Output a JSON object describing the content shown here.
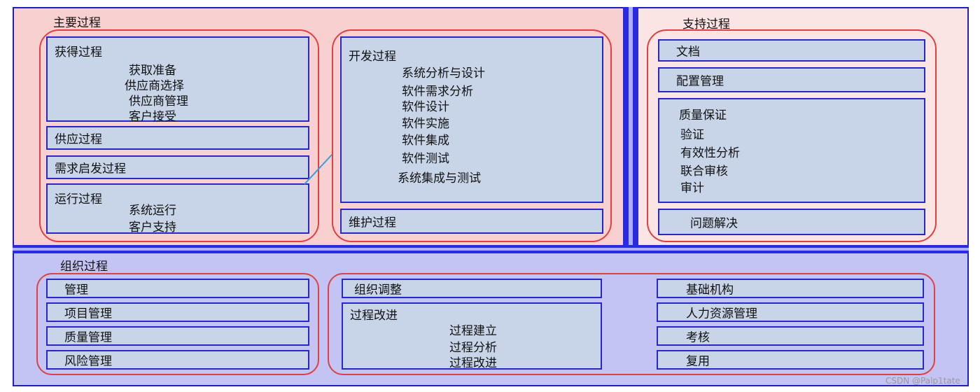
{
  "primary": {
    "title": "主要过程",
    "acquisition": {
      "label": "获得过程",
      "items": [
        "获取准备",
        "供应商选择",
        "供应商管理",
        "客户接受"
      ]
    },
    "supply": {
      "label": "供应过程"
    },
    "requirements": {
      "label": "需求启发过程"
    },
    "operation": {
      "label": "运行过程",
      "items": [
        "系统运行",
        "客户支持"
      ]
    },
    "development": {
      "label": "开发过程",
      "items": [
        "系统分析与设计",
        "软件需求分析",
        "软件设计",
        "软件实施",
        "软件集成",
        "软件测试",
        "系统集成与测试"
      ]
    },
    "maintenance": {
      "label": "维护过程"
    }
  },
  "support": {
    "title": "支持过程",
    "documentation": {
      "label": "文档"
    },
    "config": {
      "label": "配置管理"
    },
    "quality": {
      "items": [
        "质量保证",
        "验证",
        "有效性分析",
        "联合审核",
        "审计"
      ]
    },
    "problem": {
      "label": "问题解决"
    }
  },
  "organizational": {
    "title": "组织过程",
    "left": [
      "管理",
      "项目管理",
      "质量管理",
      "风险管理"
    ],
    "alignment": {
      "label": "组织调整"
    },
    "improvement": {
      "label": "过程改进",
      "items": [
        "过程建立",
        "过程分析",
        "过程改进"
      ]
    },
    "right": [
      "基础机构",
      "人力资源管理",
      "考核",
      "复用"
    ]
  },
  "watermark": "CSDN @Palp1tate",
  "colors": {
    "frame": "#2020c0",
    "oval": "#e04040",
    "box_fill": "#c8d4e8",
    "primary_bg": "#f8d0d0",
    "support_bg": "#fbe4e4",
    "org_bg": "#c4c4f4"
  }
}
